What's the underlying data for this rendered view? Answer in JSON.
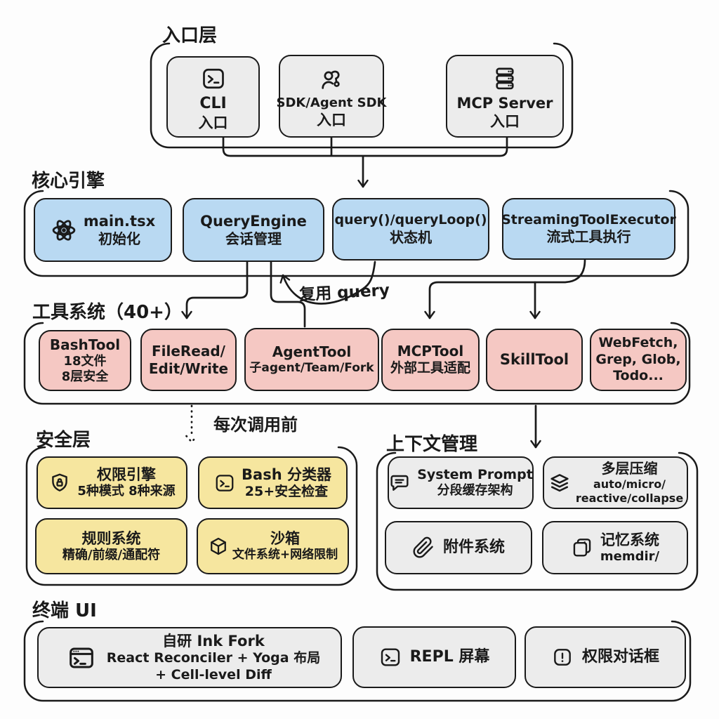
{
  "colors": {
    "background": "#fdfdfd",
    "ink": "#1a1a1a",
    "neutral_fill": "#ececec",
    "core_fill": "#b9d9f2",
    "tools_fill": "#f5c8c3",
    "security_fill": "#f6e69f"
  },
  "layers": {
    "entry": {
      "label": "入口层",
      "boxes": [
        {
          "icon": "terminal-icon",
          "lines": [
            "CLI",
            "入口"
          ]
        },
        {
          "icon": "person-sync-icon",
          "lines": [
            "SDK/Agent SDK",
            "入口"
          ]
        },
        {
          "icon": "server-icon",
          "lines": [
            "MCP Server",
            "入口"
          ]
        }
      ]
    },
    "core": {
      "label": "核心引擎",
      "boxes": [
        {
          "icon": "react-icon",
          "lines": [
            "main.tsx",
            "初始化"
          ]
        },
        {
          "lines": [
            "QueryEngine",
            "会话管理"
          ]
        },
        {
          "lines": [
            "query()/queryLoop()",
            "状态机"
          ]
        },
        {
          "lines": [
            "StreamingToolExecutor",
            "流式工具执行"
          ]
        }
      ]
    },
    "tools": {
      "label": "工具系统（40+）",
      "boxes": [
        {
          "lines": [
            "BashTool",
            "18文件",
            "8层安全"
          ]
        },
        {
          "lines": [
            "FileRead/",
            "Edit/Write"
          ]
        },
        {
          "lines": [
            "AgentTool",
            "子agent/Team/Fork"
          ]
        },
        {
          "lines": [
            "MCPTool",
            "外部工具适配"
          ]
        },
        {
          "lines": [
            "SkillTool"
          ]
        },
        {
          "lines": [
            "WebFetch,",
            "Grep, Glob,",
            "Todo..."
          ]
        }
      ]
    },
    "security": {
      "label": "安全层",
      "boxes": [
        {
          "icon": "shield-lock-icon",
          "lines": [
            "权限引擎",
            "5种模式 8种来源"
          ]
        },
        {
          "icon": "terminal-icon",
          "lines": [
            "Bash 分类器",
            "25+安全检查"
          ]
        },
        {
          "lines": [
            "规则系统",
            "精确/前缀/通配符"
          ]
        },
        {
          "icon": "box-icon",
          "lines": [
            "沙箱",
            "文件系统+网络限制"
          ]
        }
      ]
    },
    "context": {
      "label": "上下文管理",
      "boxes": [
        {
          "icon": "chat-icon",
          "lines": [
            "System Prompt",
            "分段缓存架构"
          ]
        },
        {
          "icon": "layers-icon",
          "lines": [
            "多层压缩",
            "auto/micro/",
            "reactive/collapse"
          ]
        },
        {
          "icon": "paperclip-icon",
          "lines": [
            "附件系统"
          ]
        },
        {
          "icon": "notes-icon",
          "lines": [
            "记忆系统",
            "memdir/"
          ]
        }
      ]
    },
    "terminal_ui": {
      "label": "终端 UI",
      "boxes": [
        {
          "icon": "terminal-window-icon",
          "lines": [
            "自研 Ink Fork",
            "React Reconciler + Yoga 布局",
            "+ Cell-level Diff"
          ]
        },
        {
          "icon": "terminal-icon",
          "lines": [
            "REPL 屏幕"
          ]
        },
        {
          "icon": "alert-icon",
          "lines": [
            "权限对话框"
          ]
        }
      ]
    }
  },
  "annotations": {
    "reuse_query": "复用 query",
    "before_each_call": "每次调用前"
  }
}
